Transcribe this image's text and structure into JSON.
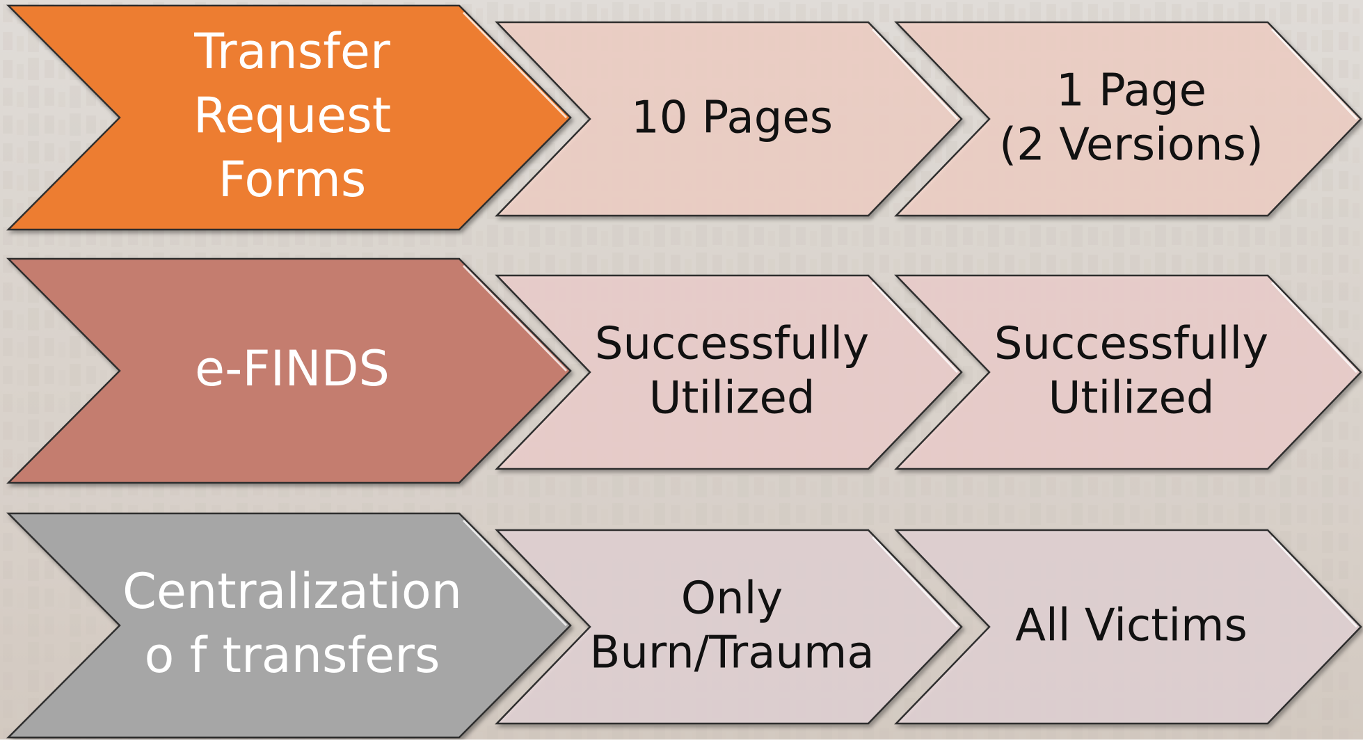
{
  "rows": [
    {
      "name": "transfer-request-forms",
      "color": "#ED7D31",
      "main_lines": [
        "Transfer",
        "Request",
        "Forms"
      ],
      "step1_lines": [
        "10 Pages"
      ],
      "step2_lines": [
        "1 Page",
        "(2 Versions)"
      ],
      "step_color": "#F4D4C9"
    },
    {
      "name": "e-finds",
      "color": "#C47D6F",
      "main_lines": [
        "e-FINDS"
      ],
      "step1_lines": [
        "Successfully",
        "Utilized"
      ],
      "step2_lines": [
        "Successfully",
        "Utilized"
      ],
      "step_color": "#F0D3D0"
    },
    {
      "name": "centralization-of-transfers",
      "color": "#A6A6A6",
      "main_lines": [
        "Centralization",
        "o f transfers"
      ],
      "step1_lines": [
        "Only",
        "Burn/Trauma"
      ],
      "step2_lines": [
        "All Victims"
      ],
      "step_color": "#E6D6D8"
    }
  ]
}
